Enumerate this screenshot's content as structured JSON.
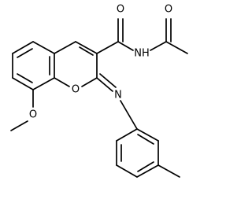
{
  "molecule": {
    "atoms": {
      "carbonyl_o_amide": "O",
      "amide_n": "NH",
      "acetyl_o": "O",
      "ring_o": "O",
      "imine_n": "N",
      "methoxy_o": "O"
    }
  },
  "colors": {
    "bond": "#000000",
    "background": "#ffffff"
  }
}
